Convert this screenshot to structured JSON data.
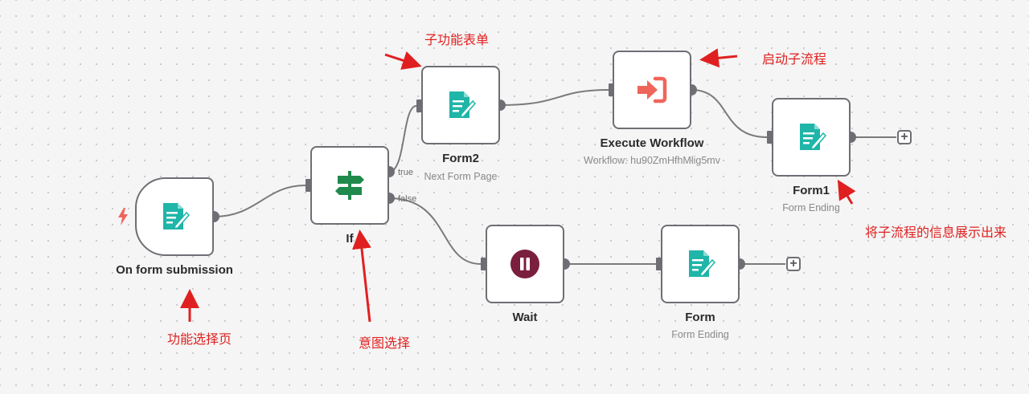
{
  "nodes": {
    "trigger": {
      "title": "On form submission",
      "icon": "form-icon"
    },
    "if": {
      "title": "If",
      "icon": "signpost-icon",
      "true_label": "true",
      "false_label": "false"
    },
    "form2": {
      "title": "Form2",
      "subtitle": "Next Form Page",
      "icon": "form-icon"
    },
    "execute": {
      "title": "Execute Workflow",
      "subtitle": "Workflow: hu90ZmHfhMlig5mv",
      "icon": "sign-in-icon"
    },
    "form1": {
      "title": "Form1",
      "subtitle": "Form Ending",
      "icon": "form-icon"
    },
    "wait": {
      "title": "Wait",
      "icon": "pause-icon"
    },
    "form": {
      "title": "Form",
      "subtitle": "Form Ending",
      "icon": "form-icon"
    }
  },
  "annotations": {
    "form2_note": "子功能表单",
    "execute_note": "启动子流程",
    "form1_note": "将子流程的信息展示出来",
    "trigger_note": "功能选择页",
    "if_note": "意图选择"
  },
  "add_buttons": {
    "label": "+"
  },
  "colors": {
    "node_border": "#6e6e75",
    "connection": "#7a7a7a",
    "form_icon": "#1fb5a9",
    "if_icon": "#1f8a4c",
    "execute_icon": "#f0655a",
    "wait_icon": "#7a1f3d",
    "trigger_bolt": "#f0655a",
    "annotation": "#e02020"
  }
}
